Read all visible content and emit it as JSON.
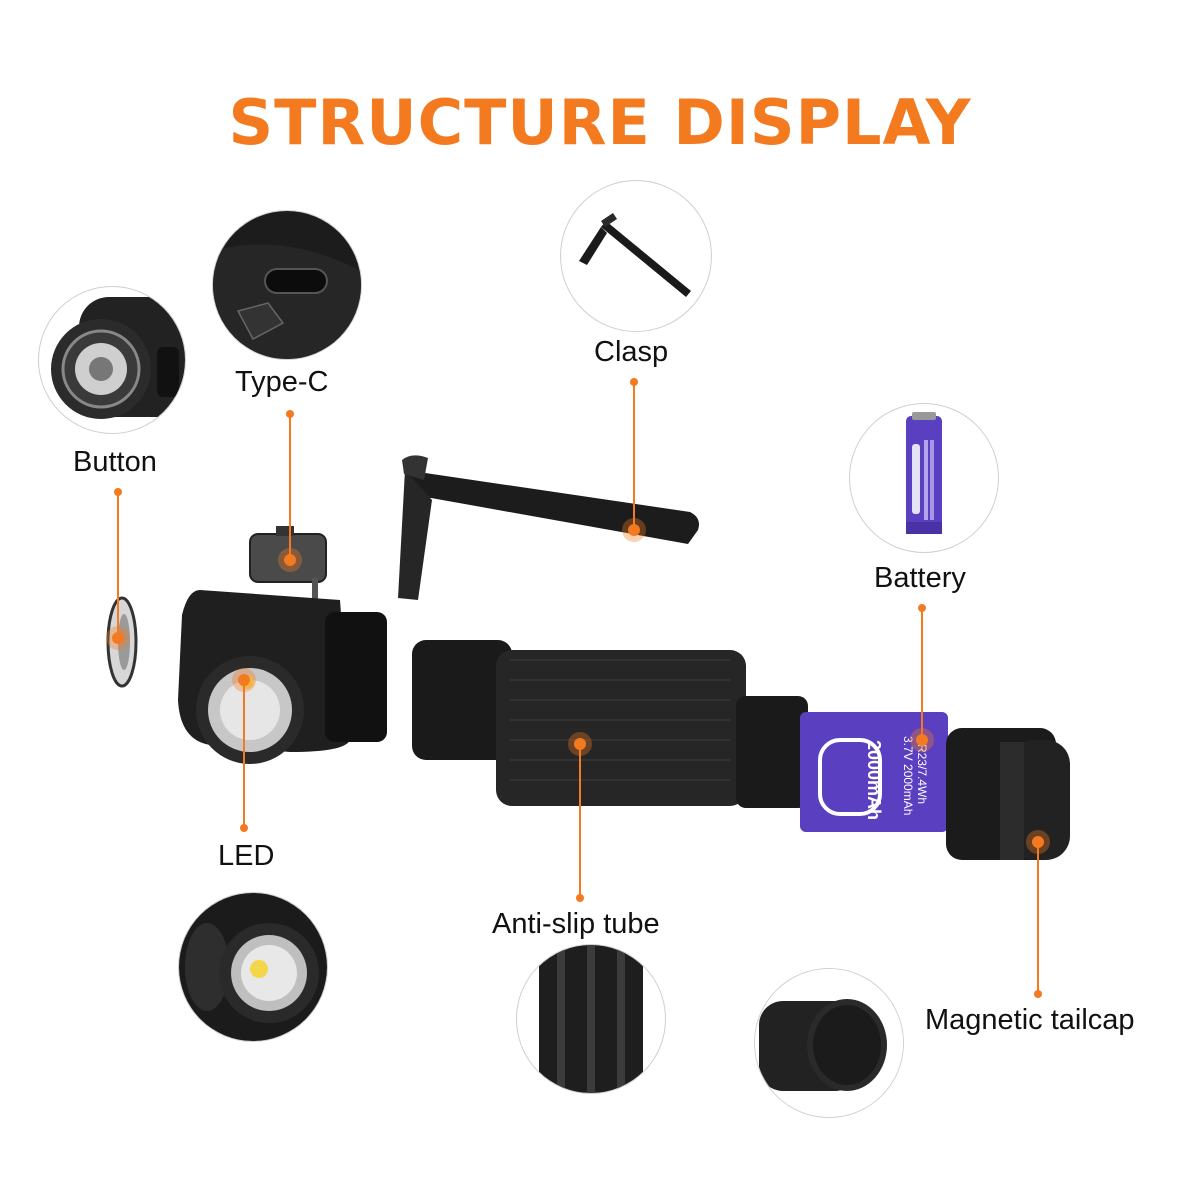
{
  "title": "STRUCTURE DISPLAY",
  "colors": {
    "accent": "#f47a20",
    "body": "#1a1a1a",
    "battery": "#5a3fc0",
    "leader": "#f47a20"
  },
  "labels": {
    "button": "Button",
    "type_c": "Type-C",
    "clasp": "Clasp",
    "battery": "Battery",
    "led": "LED",
    "anti_slip_tube": "Anti-slip tube",
    "magnetic_tailcap": "Magnetic tailcap"
  },
  "battery_print": {
    "capacity": "2000mAh",
    "spec_line_1": "AR23/7.4Wh",
    "spec_line_2": "3.7V 2000mAh"
  }
}
